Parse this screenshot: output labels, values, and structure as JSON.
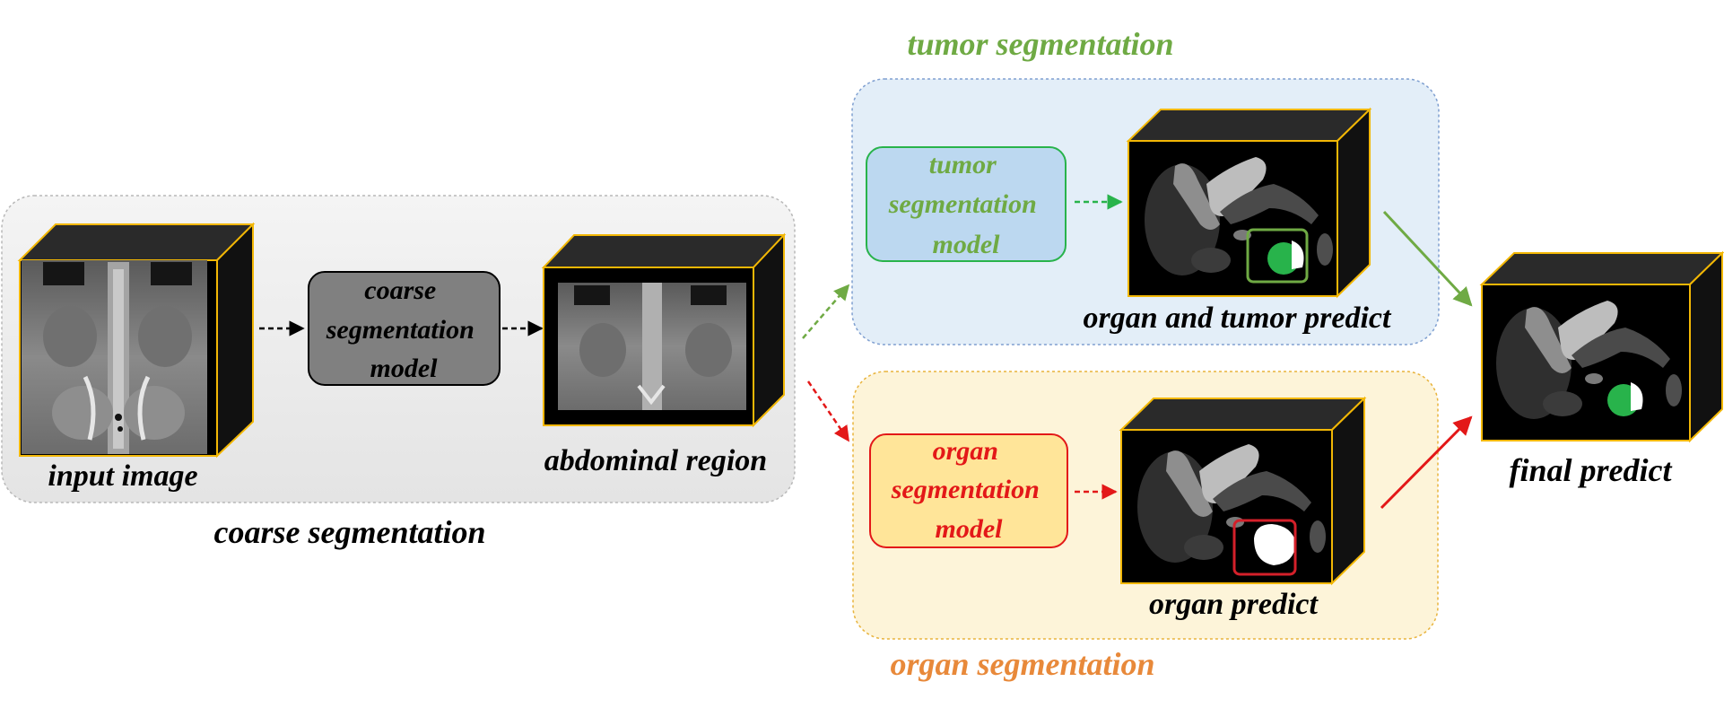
{
  "labels": {
    "input_image": "input image",
    "coarse_model": [
      "coarse",
      "segmentation",
      "model"
    ],
    "abdominal_region": "abdominal region",
    "coarse_segmentation": "coarse segmentation",
    "tumor_segmentation": "tumor segmentation",
    "tumor_model": [
      "tumor",
      "segmentation",
      "model"
    ],
    "organ_and_tumor_predict": "organ and tumor predict",
    "organ_segmentation": "organ segmentation",
    "organ_model": [
      "organ",
      "segmentation",
      "model"
    ],
    "organ_predict": "organ predict",
    "final_predict": "final predict"
  },
  "colors": {
    "cube_edge": "#f2b705",
    "cube_fill": "#000000",
    "cube_side": "#111111",
    "gray_panel": "#efefef",
    "blue_panel": "#e3eef8",
    "orange_panel": "#fdf4d9",
    "green_text": "#6faa44",
    "orange_text": "#e8893a",
    "red_text": "#e31818",
    "tumor_green": "#28b34b",
    "organ_red": "#d4202a",
    "coarse_box": "#808080",
    "tumor_box": "#bcd8f0",
    "organ_box": "#ffe599"
  }
}
